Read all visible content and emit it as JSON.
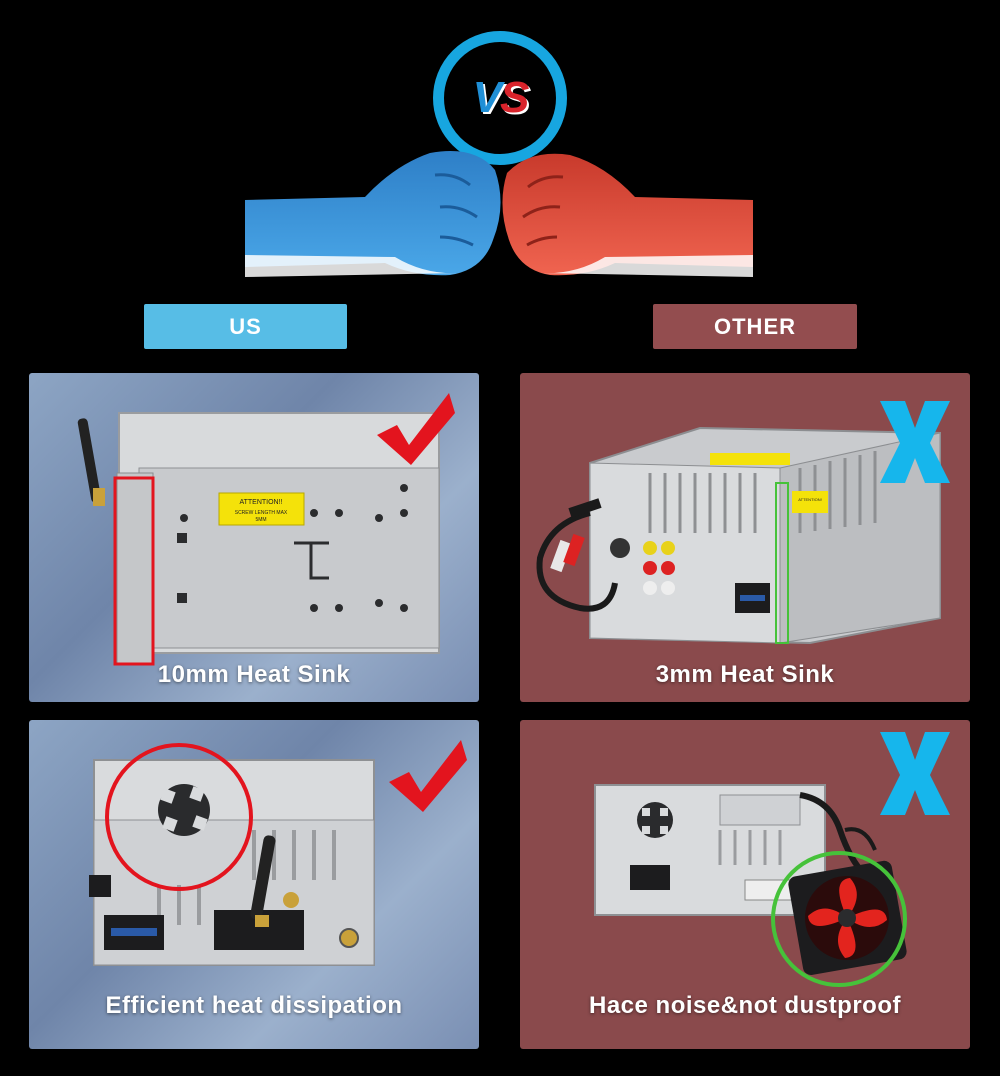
{
  "logo": {
    "v": "V",
    "s": "S"
  },
  "labels": {
    "us": "US",
    "other": "OTHER"
  },
  "panels": {
    "us_heat_sink": {
      "caption": "10mm Heat Sink",
      "attention_text": "ATTENTION!!",
      "screw_text": "SCREW LENGTH MAX",
      "screw_len": "5MM",
      "mark": "check"
    },
    "other_heat_sink": {
      "caption": "3mm Heat Sink",
      "attention_text": "ATTENTION!",
      "mark": "x"
    },
    "us_dissipation": {
      "caption": "Efficient heat dissipation",
      "mark": "check"
    },
    "other_fan": {
      "caption": "Hace noise&not dustproof",
      "mark": "x"
    }
  },
  "colors": {
    "us_blue": "#57bde6",
    "other_red": "#934d4f",
    "check_red": "#e3141e",
    "x_cyan": "#16b6ec",
    "highlight_green": "#46c23a"
  }
}
